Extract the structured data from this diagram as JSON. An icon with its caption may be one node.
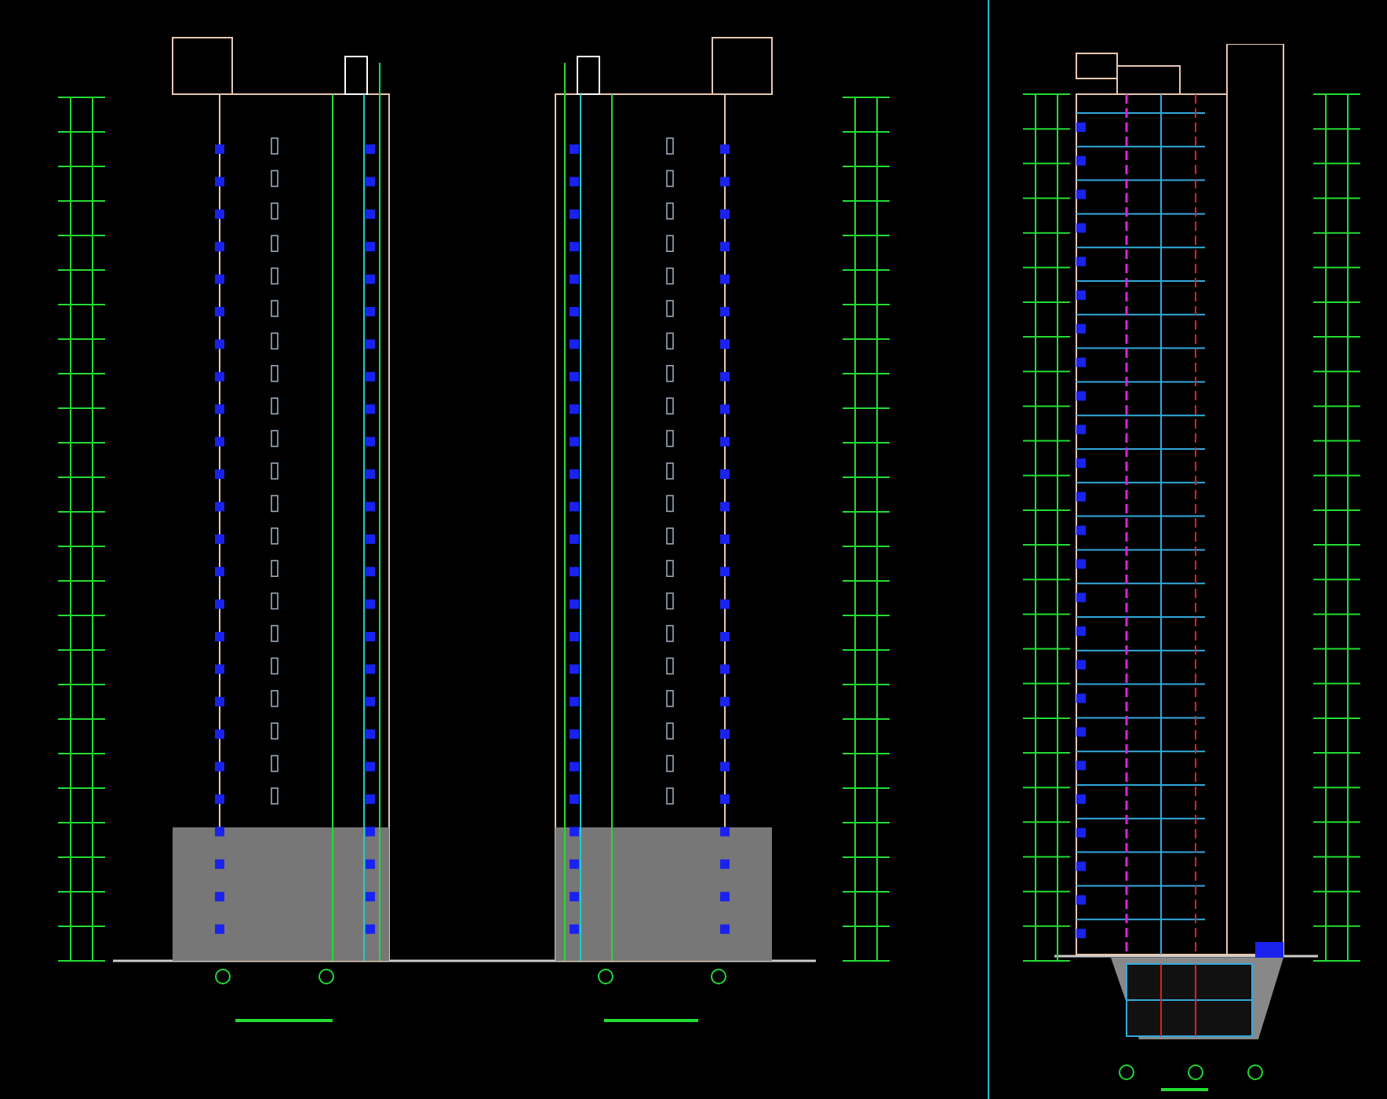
{
  "diagram": {
    "nodes": [
      {
        "text": [],
        "shape": "picture"
      },
      {
        "text": [],
        "shape": "picture"
      },
      {
        "text": [],
        "shape": "picture"
      },
      {
        "text": [],
        "shape": "circle"
      },
      {
        "text": [],
        "shape": "circle"
      },
      {
        "text": [],
        "shape": "circle"
      },
      {
        "text": [],
        "shape": "circle"
      },
      {
        "text": [],
        "shape": "circle"
      },
      {
        "text": [],
        "shape": "circle"
      },
      {
        "text": [],
        "shape": "circle"
      }
    ]
  }
}
